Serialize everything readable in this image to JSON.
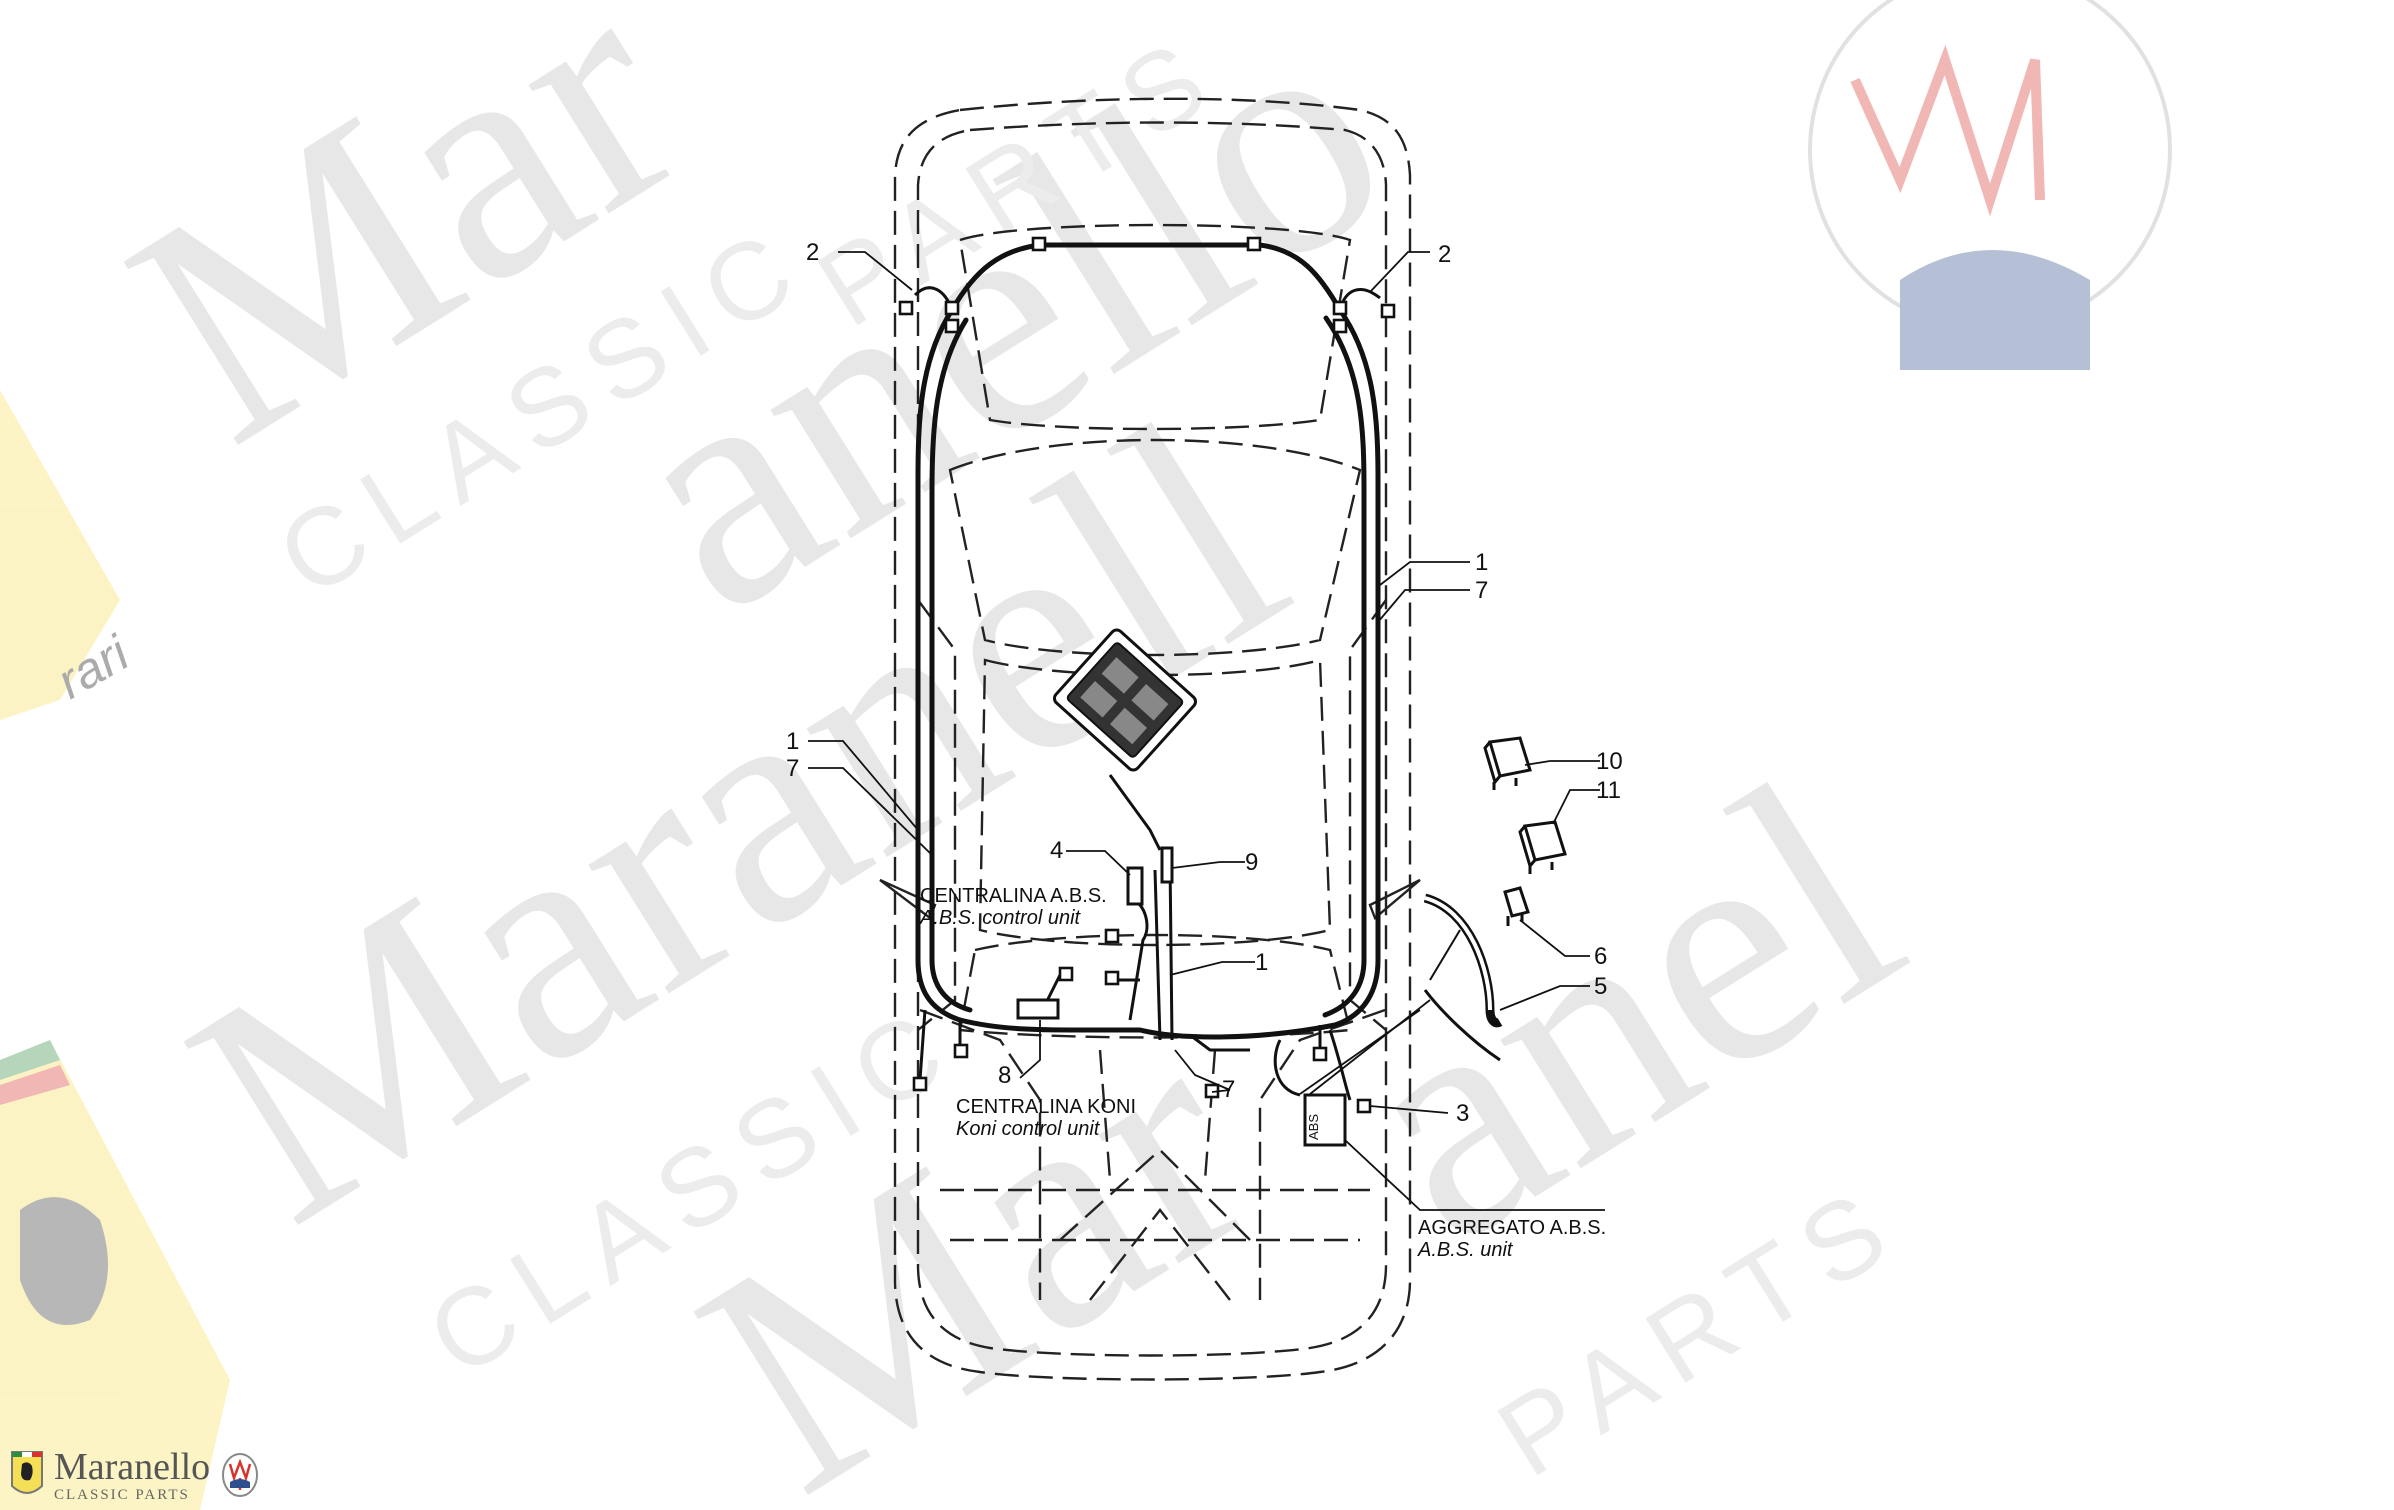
{
  "watermark": {
    "brand": "Maranello",
    "brand_fragments": [
      "Mar",
      "anello",
      "Maranell",
      "Mar",
      "anel"
    ],
    "sub": "CLASSIC PARTS",
    "sub_fragments": [
      "CLASSIC",
      "PARTS",
      "CLASSIC",
      "PARTS"
    ]
  },
  "footer": {
    "brand": "Maranello",
    "sub": "CLASSIC PARTS"
  },
  "callouts": {
    "c1_right": "1",
    "c7_right": "7",
    "c1_left": "1",
    "c7_left": "7",
    "c1_center": "1",
    "c2_left": "2",
    "c2_right": "2",
    "c3": "3",
    "c4": "4",
    "c5": "5",
    "c6": "6",
    "c7_bottom": "7",
    "c8": "8",
    "c9": "9",
    "c10": "10",
    "c11": "11"
  },
  "labels": {
    "abs_control_unit_it": "CENTRALINA A.B.S.",
    "abs_control_unit_en": "A.B.S. control unit",
    "koni_control_unit_it": "CENTRALINA KONI",
    "koni_control_unit_en": "Koni control unit",
    "abs_unit_it": "AGGREGATO A.B.S.",
    "abs_unit_en": "A.B.S. unit",
    "abs_box_text": "ABS"
  },
  "colors": {
    "line": "#111111",
    "watermark": "#e7e7e7",
    "ferrari_yellow": "#f5df57"
  }
}
